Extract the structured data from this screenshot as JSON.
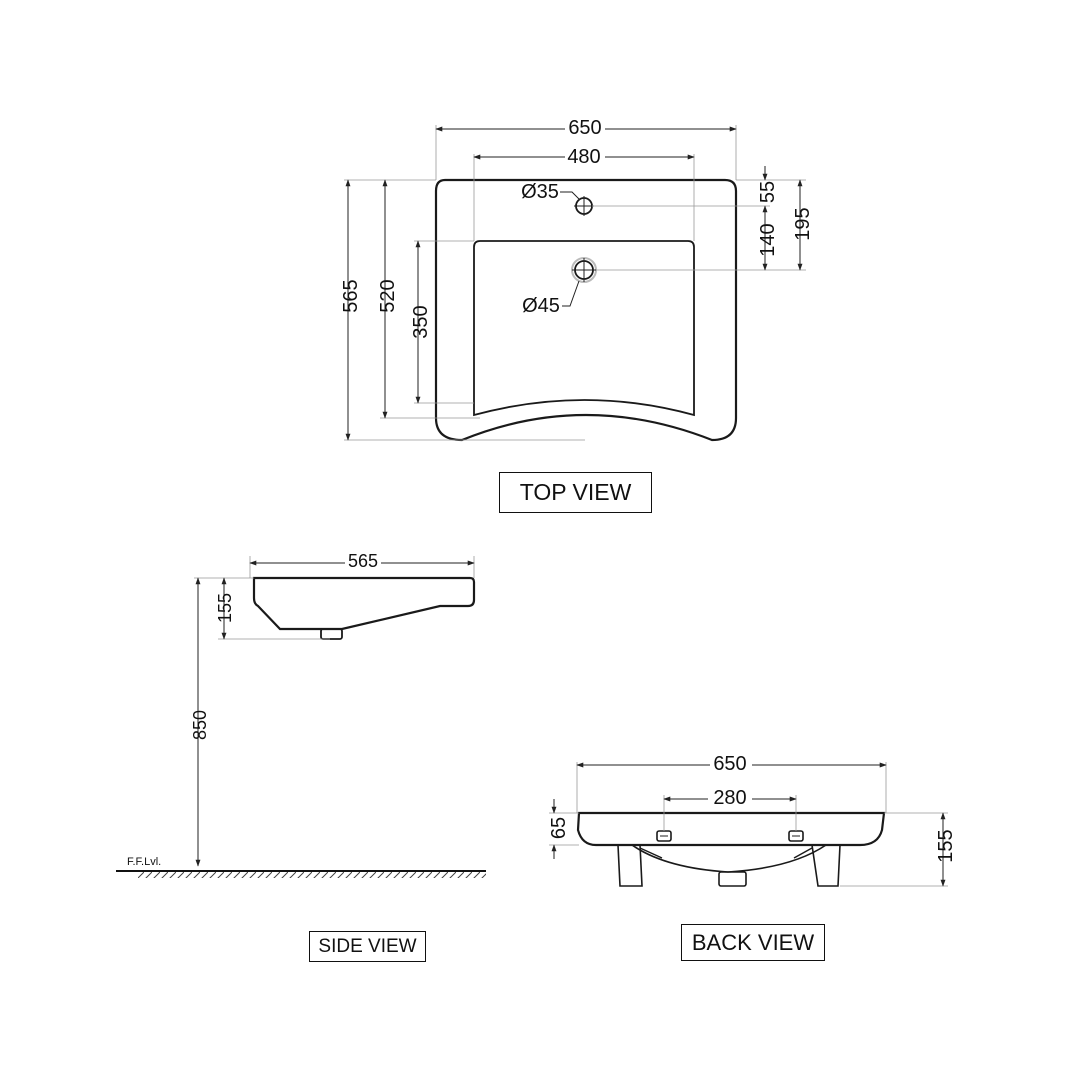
{
  "top_view": {
    "label": "TOP VIEW",
    "dims": {
      "overall_width": "650",
      "basin_width": "480",
      "overall_depth": "565",
      "depth_520": "520",
      "bowl_depth": "350",
      "tap_hole_offset": "55",
      "waste_offset": "140",
      "bowl_offset": "195",
      "tap_hole_dia": "Ø35",
      "waste_dia": "Ø45"
    }
  },
  "side_view": {
    "label": "SIDE VIEW",
    "dims": {
      "length": "565",
      "height": "155",
      "mount_height": "850"
    },
    "floor_label": "F.F.Lvl."
  },
  "back_view": {
    "label": "BACK VIEW",
    "dims": {
      "overall_width": "650",
      "bracket_spacing": "280",
      "rim_thickness": "65",
      "height": "155"
    }
  }
}
